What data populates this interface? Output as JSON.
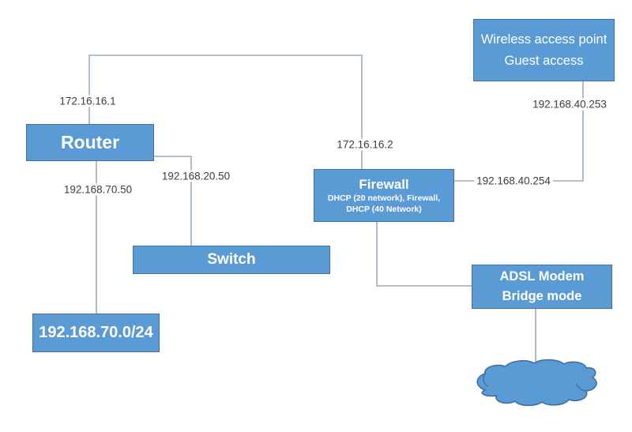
{
  "colors": {
    "node_fill": "#5b9bd5",
    "node_border": "#41719c",
    "node_text": "#ffffff",
    "connector": "#a6b7c7",
    "label_text": "#3d3d3d",
    "canvas_bg": "#ffffff"
  },
  "nodes": {
    "router": {
      "label": "Router"
    },
    "switch": {
      "label": "Switch"
    },
    "firewall": {
      "title": "Firewall",
      "subtitle_line1": "DHCP (20 network), Firewall,",
      "subtitle_line2": "DHCP (40 Network)"
    },
    "wireless_access_point": {
      "line1": "Wireless access point",
      "line2": "Guest access"
    },
    "adsl_modem": {
      "line1": "ADSL Modem",
      "line2": "Bridge mode"
    },
    "network_70": {
      "label": "192.168.70.0/24"
    },
    "internet_cloud": {
      "icon": "cloud-icon"
    }
  },
  "ip_labels": {
    "router_wan": "172.16.16.1",
    "router_to_net70": "192.168.70.50",
    "router_to_switch": "192.168.20.50",
    "firewall_wan": "172.16.16.2",
    "wap_interface": "192.168.40.253",
    "firewall_40_interface": "192.168.40.254"
  }
}
